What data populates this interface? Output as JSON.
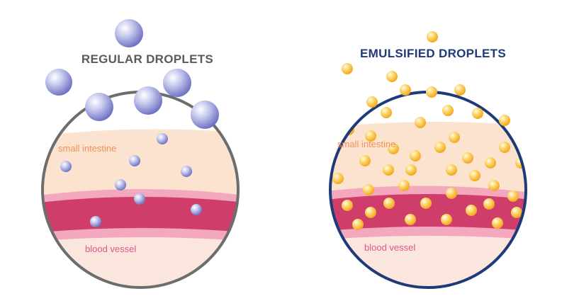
{
  "panels": [
    {
      "id": "regular",
      "title": "REGULAR DROPLETS",
      "intestine_label": "small intestine",
      "vessel_label": "blood vessel"
    },
    {
      "id": "emulsified",
      "title": "EMULSIFIED DROPLETS",
      "intestine_label": "small intestine",
      "vessel_label": "blood vessel"
    }
  ],
  "colors": {
    "regular_title": "#5a5a5a",
    "emulsified_title": "#1f3a78",
    "regular_border": "#6d6d6d",
    "emulsified_border": "#1f3a78",
    "intestine": "#fbe3cf",
    "intestine_label": "#f0925a",
    "vessel": "#cf3d6a",
    "vessel_label": "#e0558a",
    "regular_droplet": "#7c80c8",
    "emulsified_droplet": "#f7b733"
  }
}
